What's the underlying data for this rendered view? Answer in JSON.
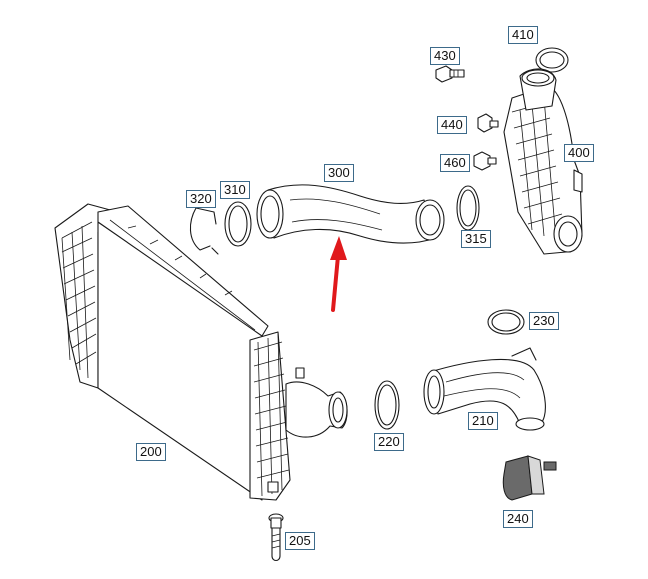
{
  "diagram": {
    "callouts": {
      "p410": "410",
      "p430": "430",
      "p440": "440",
      "p460": "460",
      "p400": "400",
      "p300": "300",
      "p320": "320",
      "p310": "310",
      "p315": "315",
      "p230": "230",
      "p210": "210",
      "p220": "220",
      "p200": "200",
      "p240": "240",
      "p205": "205"
    },
    "colors": {
      "callout_border": "#3d6a8a",
      "arrow": "#e0191c",
      "line": "#1a1a1a"
    }
  }
}
